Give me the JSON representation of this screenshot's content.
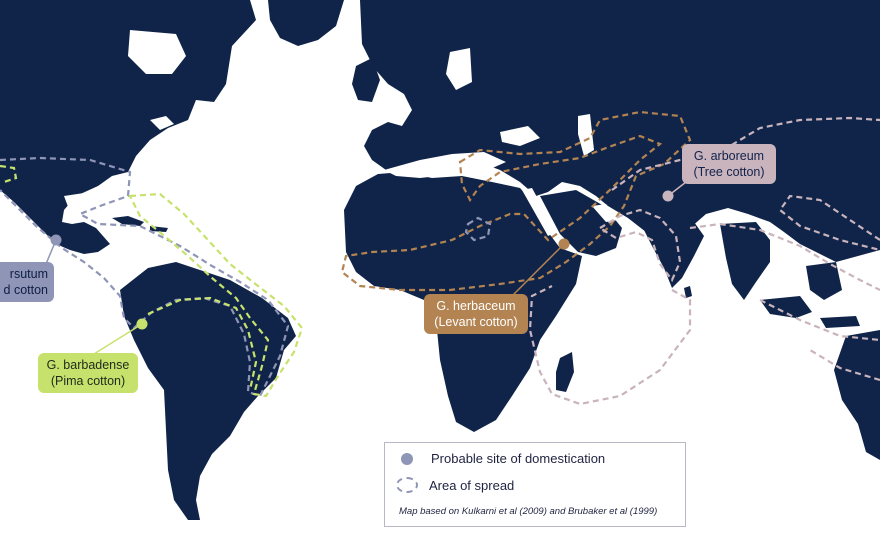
{
  "map": {
    "colors": {
      "land": "#0f2448",
      "ocean": "#ffffff",
      "hirsutum": "#8f95b6",
      "barbadense": "#c7e26c",
      "herbaceum": "#b38352",
      "arboreum": "#c9b4be"
    },
    "species": [
      {
        "id": "hirsutum",
        "name": "rsutum",
        "common": "d cotton"
      },
      {
        "id": "barbadense",
        "name": "G. barbadense",
        "common": "(Pima cotton)"
      },
      {
        "id": "herbaceum",
        "name": "G. herbaceum",
        "common": "(Levant cotton)"
      },
      {
        "id": "arboreum",
        "name": "G. arboreum",
        "common": "(Tree cotton)"
      }
    ]
  },
  "legend": {
    "domestication_label": "Probable site of domestication",
    "spread_label": "Area of spread",
    "source_note": "Map based on  Kulkarni et al (2009) and Brubaker et al (1999)"
  }
}
